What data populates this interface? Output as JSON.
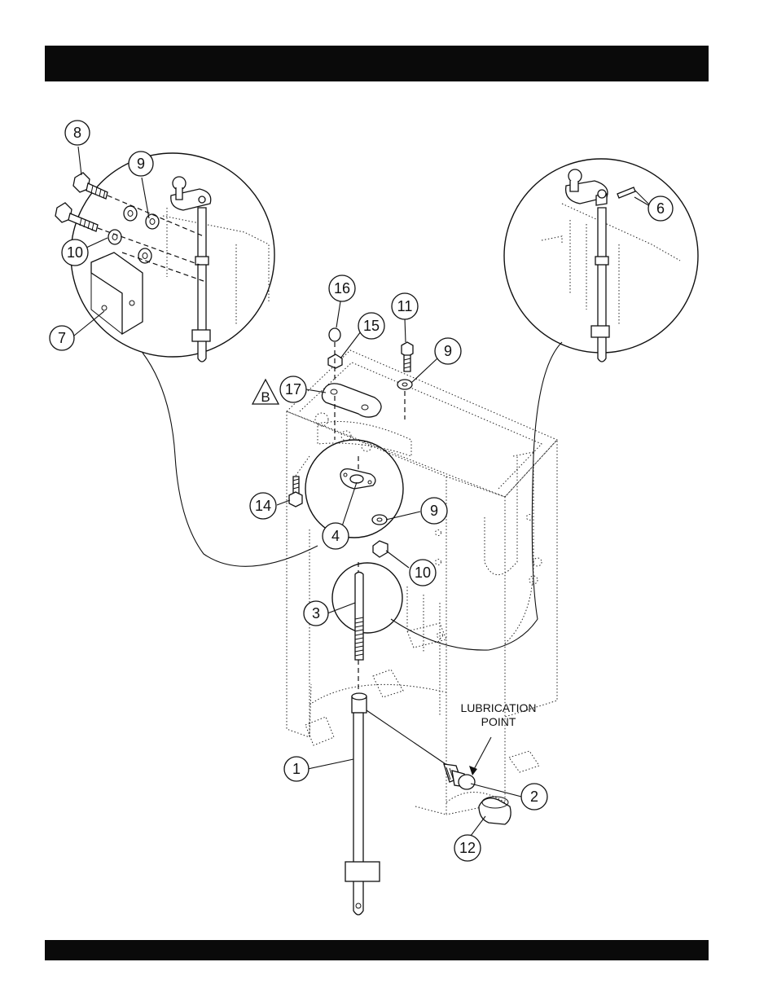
{
  "callouts": [
    {
      "id": "c8",
      "text": "8"
    },
    {
      "id": "c9a",
      "text": "9"
    },
    {
      "id": "c10a",
      "text": "10"
    },
    {
      "id": "c7",
      "text": "7"
    },
    {
      "id": "c6",
      "text": "6"
    },
    {
      "id": "c16",
      "text": "16"
    },
    {
      "id": "c15",
      "text": "15"
    },
    {
      "id": "c11",
      "text": "11"
    },
    {
      "id": "c9b",
      "text": "9"
    },
    {
      "id": "c17",
      "text": "17"
    },
    {
      "id": "c14",
      "text": "14"
    },
    {
      "id": "c4",
      "text": "4"
    },
    {
      "id": "c9c",
      "text": "9"
    },
    {
      "id": "c10b",
      "text": "10"
    },
    {
      "id": "c3",
      "text": "3"
    },
    {
      "id": "c1",
      "text": "1"
    },
    {
      "id": "c2",
      "text": "2"
    },
    {
      "id": "c12",
      "text": "12"
    }
  ],
  "note_b": "B",
  "lubrication_line1": "LUBRICATION",
  "lubrication_line2": "POINT"
}
